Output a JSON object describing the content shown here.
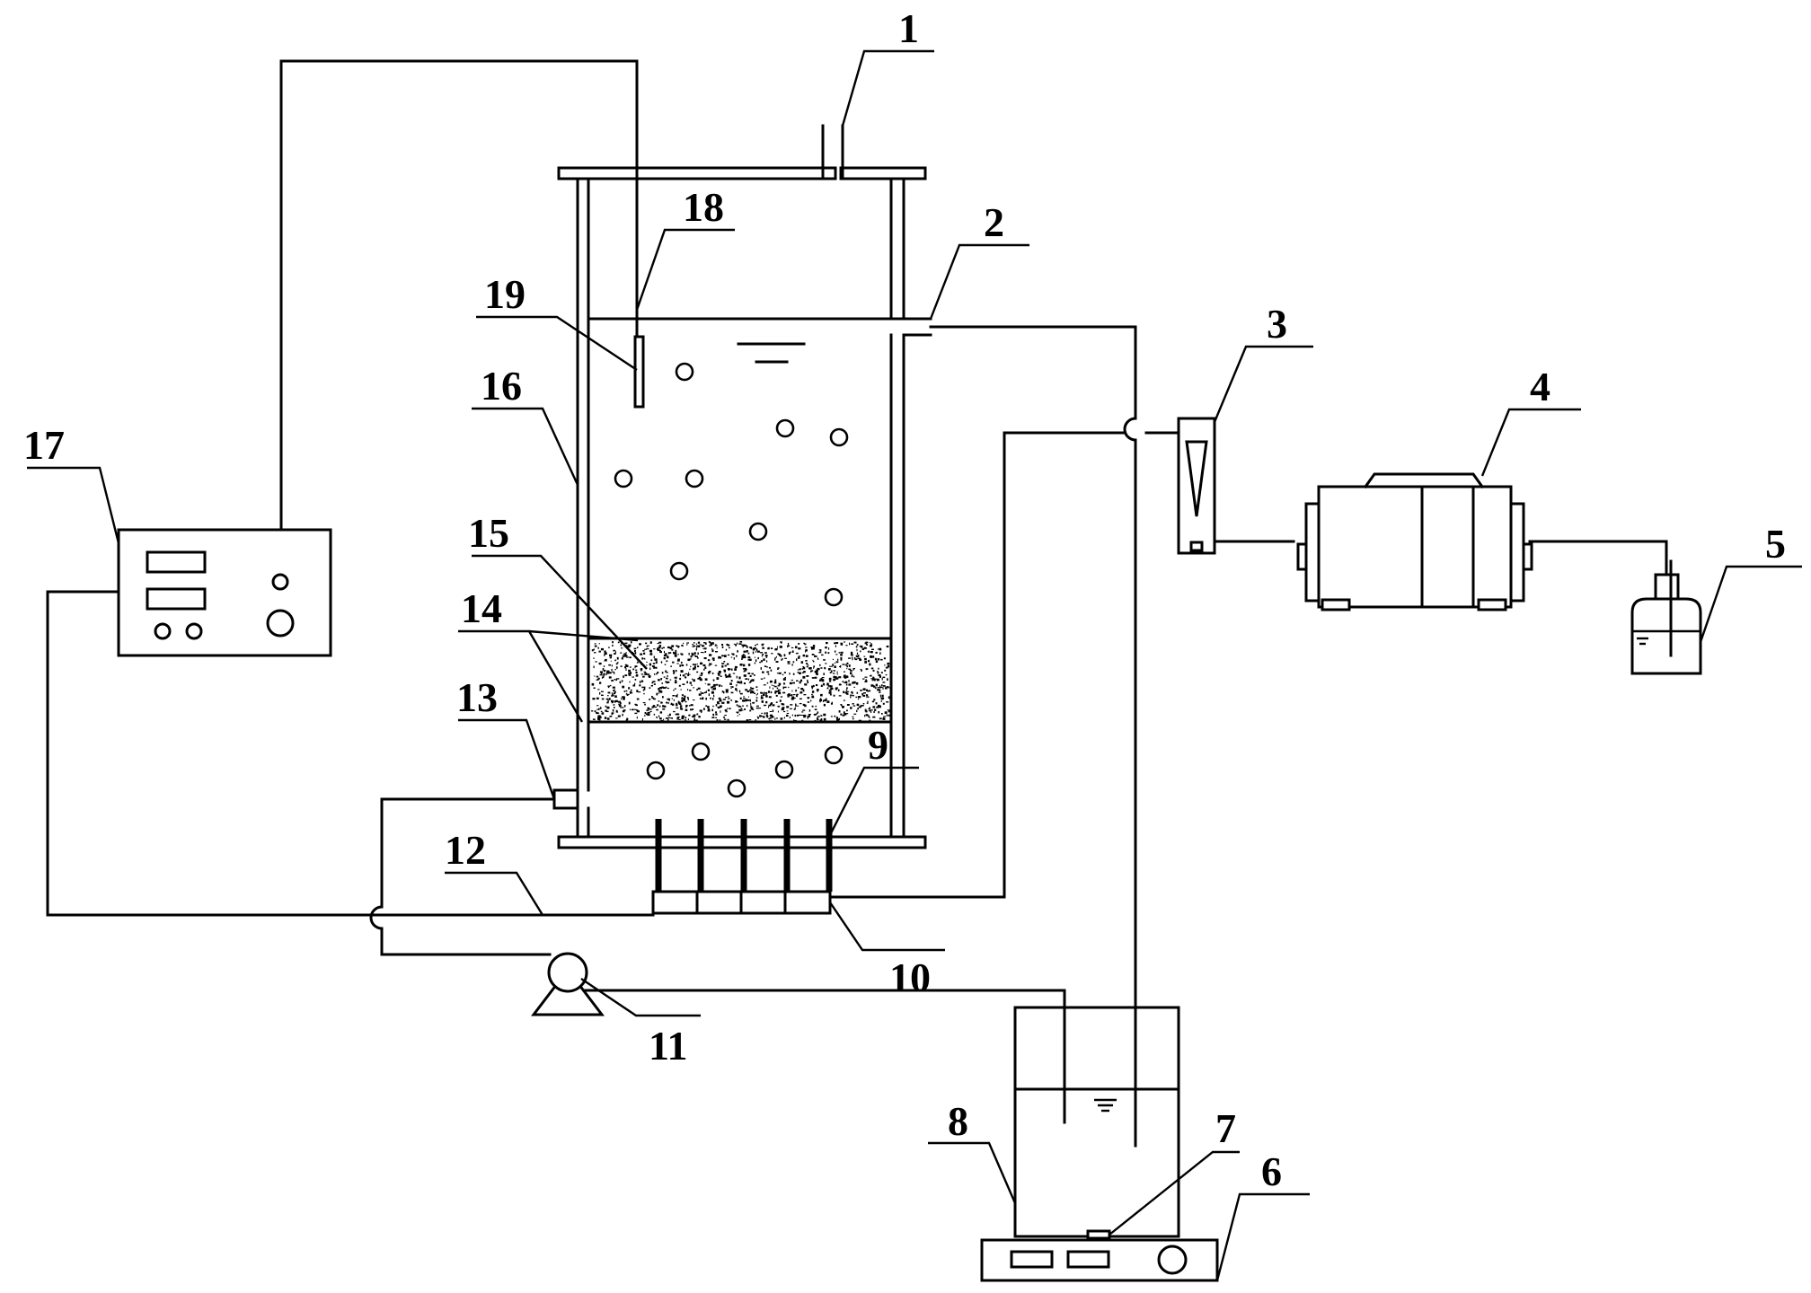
{
  "labels": {
    "l1": "1",
    "l2": "2",
    "l3": "3",
    "l4": "4",
    "l5": "5",
    "l6": "6",
    "l7": "7",
    "l8": "8",
    "l9": "9",
    "l10": "10",
    "l11": "11",
    "l12": "12",
    "l13": "13",
    "l14": "14",
    "l15": "15",
    "l16": "16",
    "l17": "17",
    "l18": "18",
    "l19": "19"
  },
  "colors": {
    "line": "#000000",
    "background": "#ffffff",
    "media": "#000000"
  }
}
